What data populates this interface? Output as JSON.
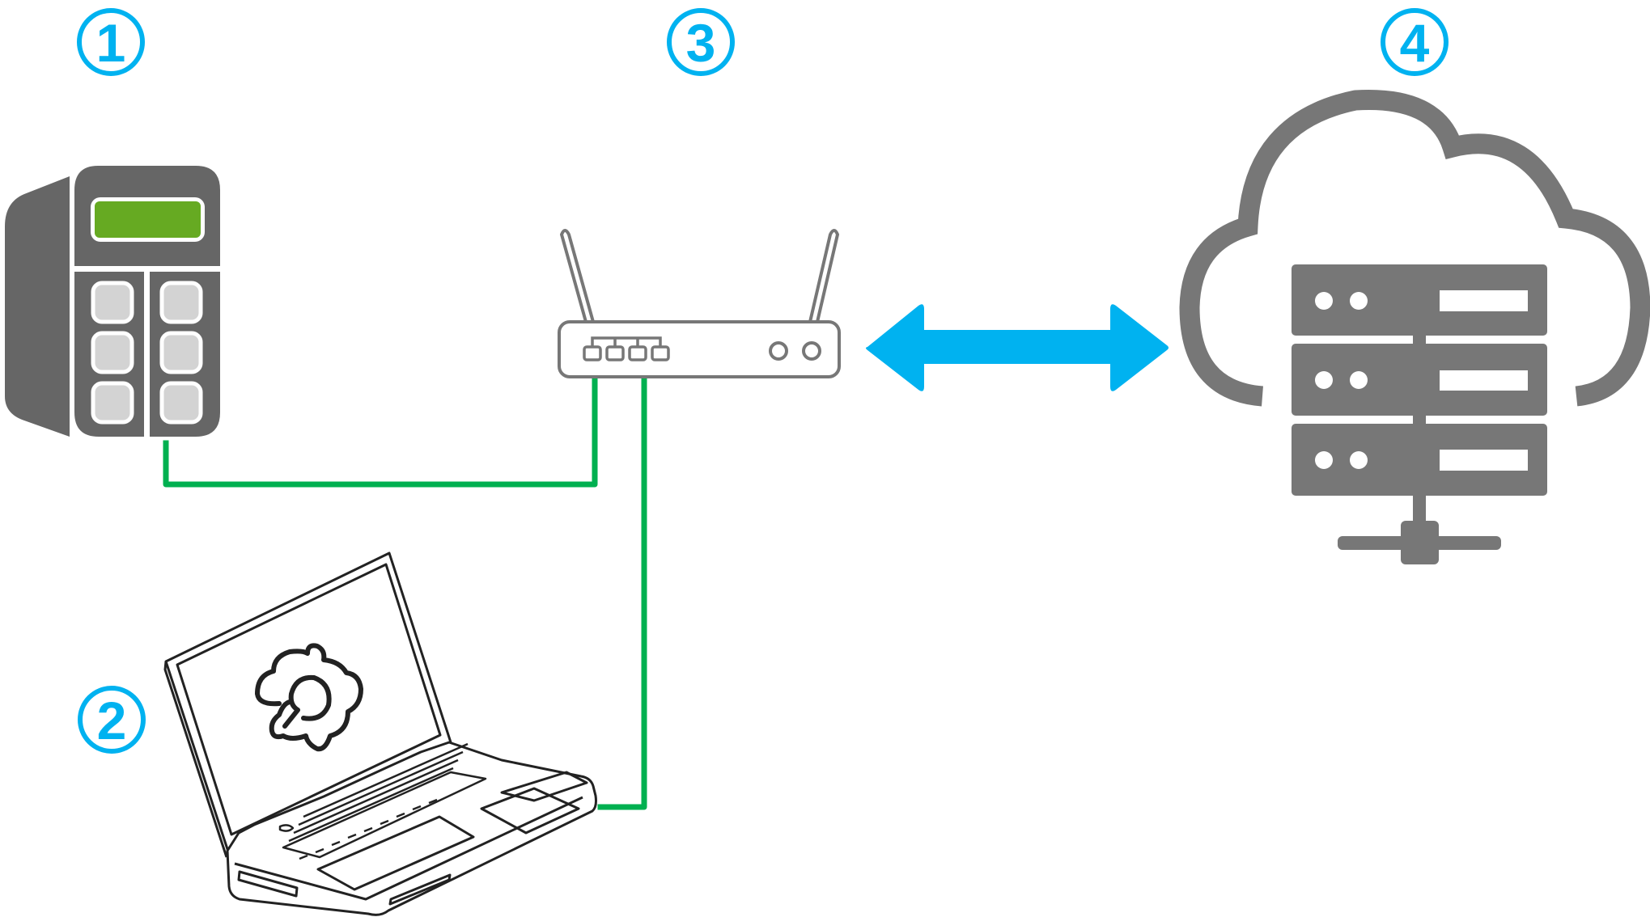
{
  "diagram": {
    "type": "network-topology",
    "colors": {
      "marker": "#00B2F0",
      "cable": "#00B050",
      "device_dark": "#666666",
      "device_button": "#D3D3D3",
      "display": "#66AA22",
      "cloud": "#777777",
      "router_outline": "#777777",
      "laptop_outline": "#222222",
      "arrow": "#00B2F0"
    },
    "markers": [
      {
        "id": "1",
        "label": "1",
        "target": "controller"
      },
      {
        "id": "2",
        "label": "2",
        "target": "laptop"
      },
      {
        "id": "3",
        "label": "3",
        "target": "router"
      },
      {
        "id": "4",
        "label": "4",
        "target": "cloud-server"
      }
    ],
    "nodes": [
      {
        "id": "controller",
        "icon": "controller-icon",
        "marker": "1",
        "display_buttons": 6
      },
      {
        "id": "laptop",
        "icon": "laptop-gear-icon",
        "marker": "2"
      },
      {
        "id": "router",
        "icon": "router-icon",
        "marker": "3",
        "ports": 4,
        "leds": 2,
        "antennas": 2
      },
      {
        "id": "cloud-server",
        "icon": "cloud-server-icon",
        "marker": "4",
        "server_units": 3
      }
    ],
    "links": [
      {
        "from": "controller",
        "to": "router",
        "kind": "wired"
      },
      {
        "from": "laptop",
        "to": "router",
        "kind": "wired"
      },
      {
        "from": "router",
        "to": "cloud-server",
        "kind": "bidirectional"
      }
    ]
  }
}
